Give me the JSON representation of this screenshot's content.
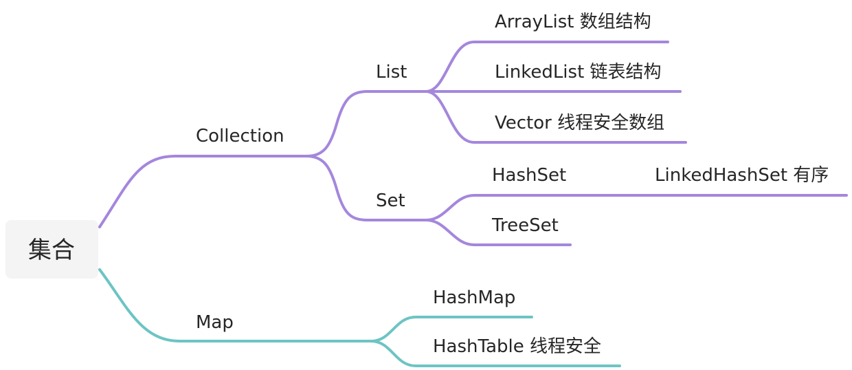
{
  "root": {
    "label": "集合"
  },
  "colors": {
    "collection_branch": "#a487dc",
    "map_branch": "#6dc4c4",
    "root_box": "#f4f4f4",
    "text": "#262626"
  },
  "nodes": {
    "collection": "Collection",
    "list": "List",
    "arraylist": "ArrayList 数组结构",
    "linkedlist": "LinkedList 链表结构",
    "vector": "Vector 线程安全数组",
    "set": "Set",
    "hashset": "HashSet",
    "linkedhashset": "LinkedHashSet 有序",
    "treeset": "TreeSet",
    "map": "Map",
    "hashmap": "HashMap",
    "hashtable": "HashTable 线程安全"
  }
}
